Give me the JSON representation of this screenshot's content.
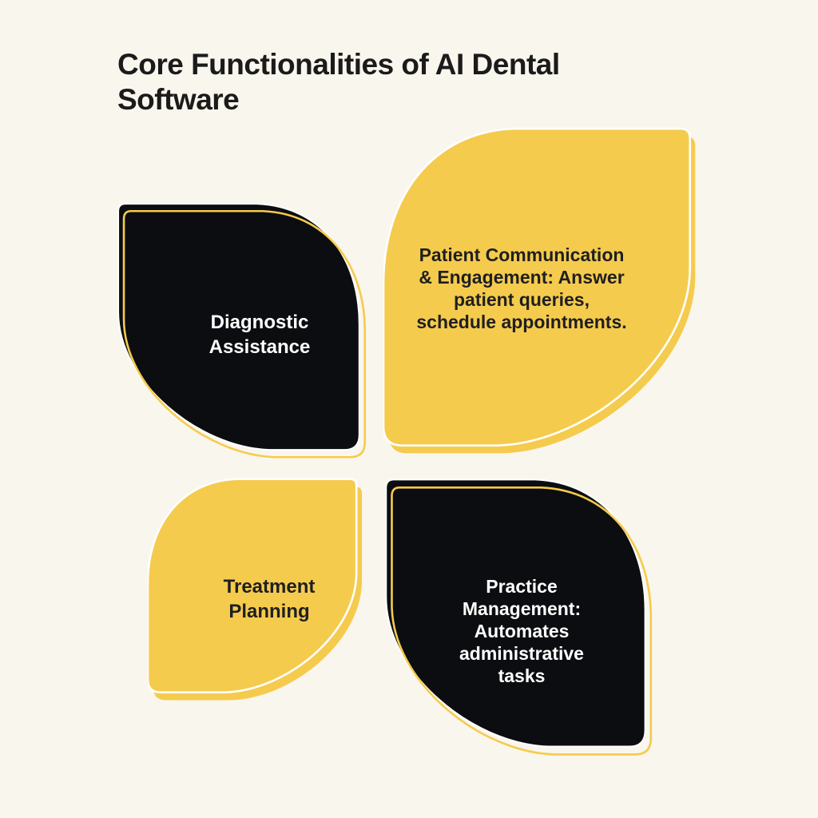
{
  "title": "Core Functionalities of AI Dental Software",
  "colors": {
    "background": "#F9F6ED",
    "petal_yellow": "#F5CB4E",
    "petal_black": "#0B0D10",
    "outline_yellow": "#F5CB4E",
    "outline_white": "#FFFFFF",
    "title_text": "#1B1B1B",
    "label_dark": "#1F1F1F",
    "label_light": "#FFFFFF"
  },
  "petals": {
    "top_left": {
      "name": "Diagnostic Assistance",
      "lines": [
        "Diagnostic",
        "Assistance"
      ],
      "fill": "black",
      "text_color": "white"
    },
    "top_right": {
      "name": "Patient Communication & Engagement",
      "lines": [
        "Patient Communication",
        "& Engagement: Answer",
        "patient queries,",
        "schedule appointments."
      ],
      "fill": "yellow",
      "text_color": "black"
    },
    "bottom_left": {
      "name": "Treatment Planning",
      "lines": [
        "Treatment",
        "Planning"
      ],
      "fill": "yellow",
      "text_color": "black"
    },
    "bottom_right": {
      "name": "Practice Management",
      "lines": [
        "Practice",
        "Management:",
        "Automates",
        "administrative",
        "tasks"
      ],
      "fill": "black",
      "text_color": "white"
    }
  }
}
